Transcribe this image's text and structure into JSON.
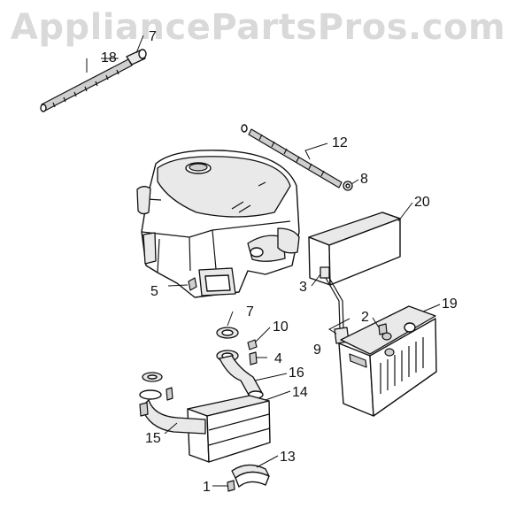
{
  "watermark": "AppliancePartsPros.com",
  "callouts": {
    "c1": "1",
    "c2": "2",
    "c3": "3",
    "c4": "4",
    "c5": "5",
    "c7a": "7",
    "c7b": "7",
    "c8": "8",
    "c9": "9",
    "c10": "10",
    "c12": "12",
    "c13": "13",
    "c14": "14",
    "c15": "15",
    "c16": "16",
    "c18": "18",
    "c19": "19",
    "c20": "20"
  }
}
